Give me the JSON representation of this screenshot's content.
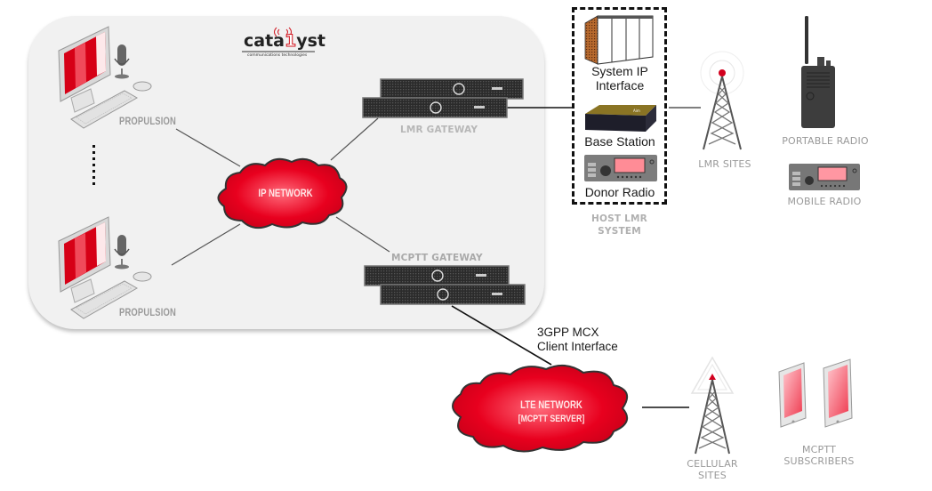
{
  "logo": {
    "brand_prefix": "cata",
    "brand_highlight": "1",
    "brand_suffix": "yst",
    "tagline": "communications technologies",
    "accent_color": "#d0141e"
  },
  "nodes": {
    "dispatch_top": {
      "label": "PROPULSION"
    },
    "dispatch_bottom": {
      "label": "PROPULSION"
    },
    "ip_network": {
      "label": "IP NETWORK"
    },
    "lmr_gateway": {
      "label": "LMR GATEWAY"
    },
    "mcptt_gateway": {
      "label": "MCPTT GATEWAY"
    },
    "host_lmr": {
      "label_line1": "HOST LMR",
      "label_line2": "SYSTEM",
      "items": [
        {
          "line1": "System IP",
          "line2": "Interface"
        },
        {
          "line1": "Base Station"
        },
        {
          "line1": "Donor Radio"
        }
      ]
    },
    "lmr_sites": {
      "label": "LMR SITES"
    },
    "portable_radio": {
      "label": "PORTABLE RADIO"
    },
    "mobile_radio": {
      "label": "MOBILE RADIO"
    },
    "client_interface": {
      "line1": "3GPP MCX",
      "line2": "Client Interface"
    },
    "lte_network": {
      "line1": "LTE NETWORK",
      "line2": "[MCPTT SERVER]"
    },
    "cellular_sites": {
      "line1": "CELLULAR",
      "line2": "SITES"
    },
    "mcptt_subscribers": {
      "line1": "MCPTT",
      "line2": "SUBSCRIBERS"
    }
  },
  "colors": {
    "cloud_red": "#e3001b",
    "panel_bg": "#f1f1f1",
    "label_gray": "#9e9e9e"
  }
}
